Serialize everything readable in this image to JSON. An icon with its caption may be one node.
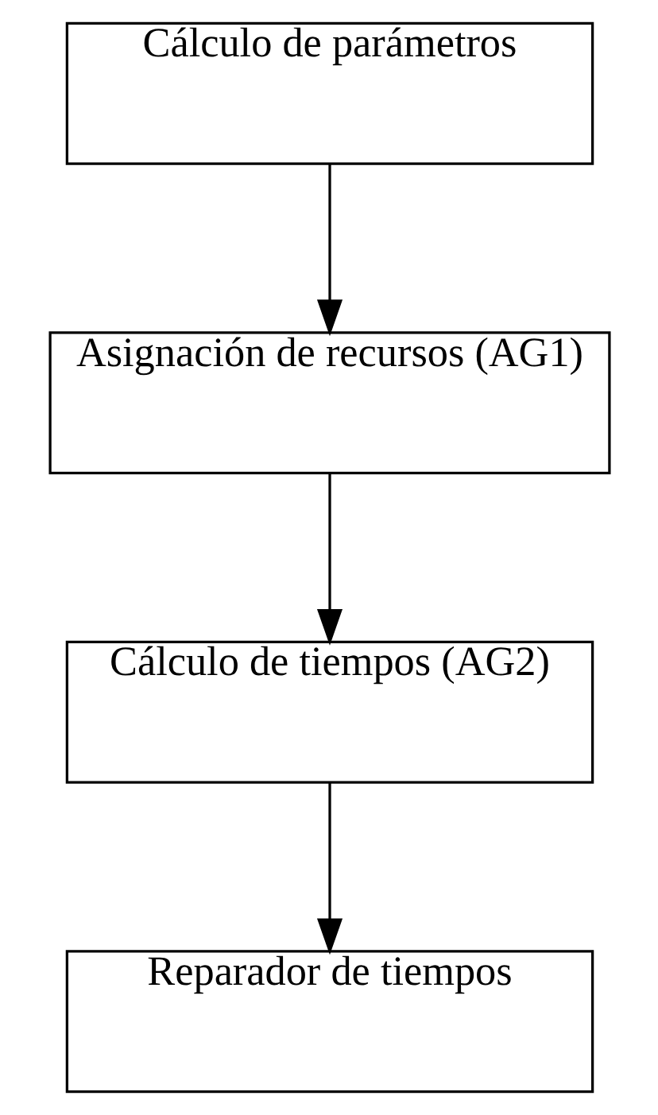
{
  "diagram": {
    "nodes": [
      {
        "text": [
          "Cálculo de parámetros"
        ]
      },
      {
        "text": [
          "Asignación de recursos (AG1)"
        ]
      },
      {
        "text": [
          "Cálculo de tiempos (AG2)"
        ]
      },
      {
        "text": [
          "Reparador de tiempos"
        ]
      }
    ],
    "edges": [
      {
        "from": 0,
        "to": 1,
        "arrow": "to"
      },
      {
        "from": 1,
        "to": 2,
        "arrow": "to"
      },
      {
        "from": 2,
        "to": 3,
        "arrow": "to"
      }
    ]
  }
}
